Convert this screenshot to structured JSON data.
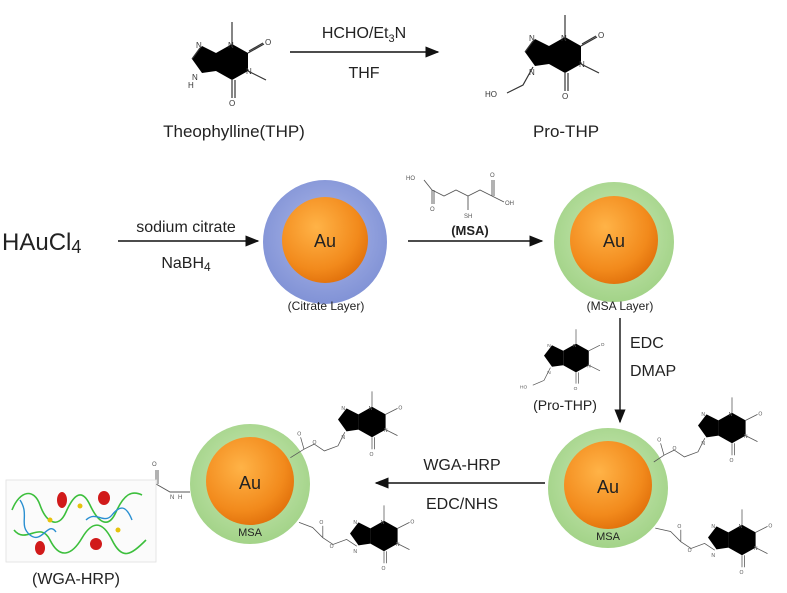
{
  "step1": {
    "reactant": "Theophylline(THP)",
    "reagent": "HCHO/Et",
    "reagent_sub": "3",
    "reagent_tail": "N",
    "solvent": "THF",
    "product": "Pro-THP"
  },
  "step2": {
    "start": "HAuCl",
    "start_sub": "4",
    "reagent1": "sodium citrate",
    "reagent2": "NaBH",
    "reagent2_sub": "4",
    "core": "Au",
    "layer": "(Citrate Layer)"
  },
  "step3": {
    "reagent": "(MSA)",
    "core": "Au",
    "layer": "(MSA Layer)"
  },
  "step4": {
    "reagent1": "EDC",
    "reagent2": "DMAP",
    "molecule": "(Pro-THP)"
  },
  "step5": {
    "reagent1": "WGA-HRP",
    "reagent2": "EDC/NHS",
    "core_right": "Au",
    "shell_right": "MSA",
    "core_left": "Au",
    "shell_left": "MSA",
    "protein": "(WGA-HRP)"
  },
  "atoms": {
    "N": "N",
    "O": "O",
    "H": "H",
    "HO": "HO",
    "OH": "OH",
    "SH": "SH"
  },
  "colors": {
    "gold_core": "#f28a1c",
    "citrate_shell": "#8f9fd8",
    "msa_shell": "#b4dd9a",
    "protein_ribbon": "#3cbf3c"
  }
}
